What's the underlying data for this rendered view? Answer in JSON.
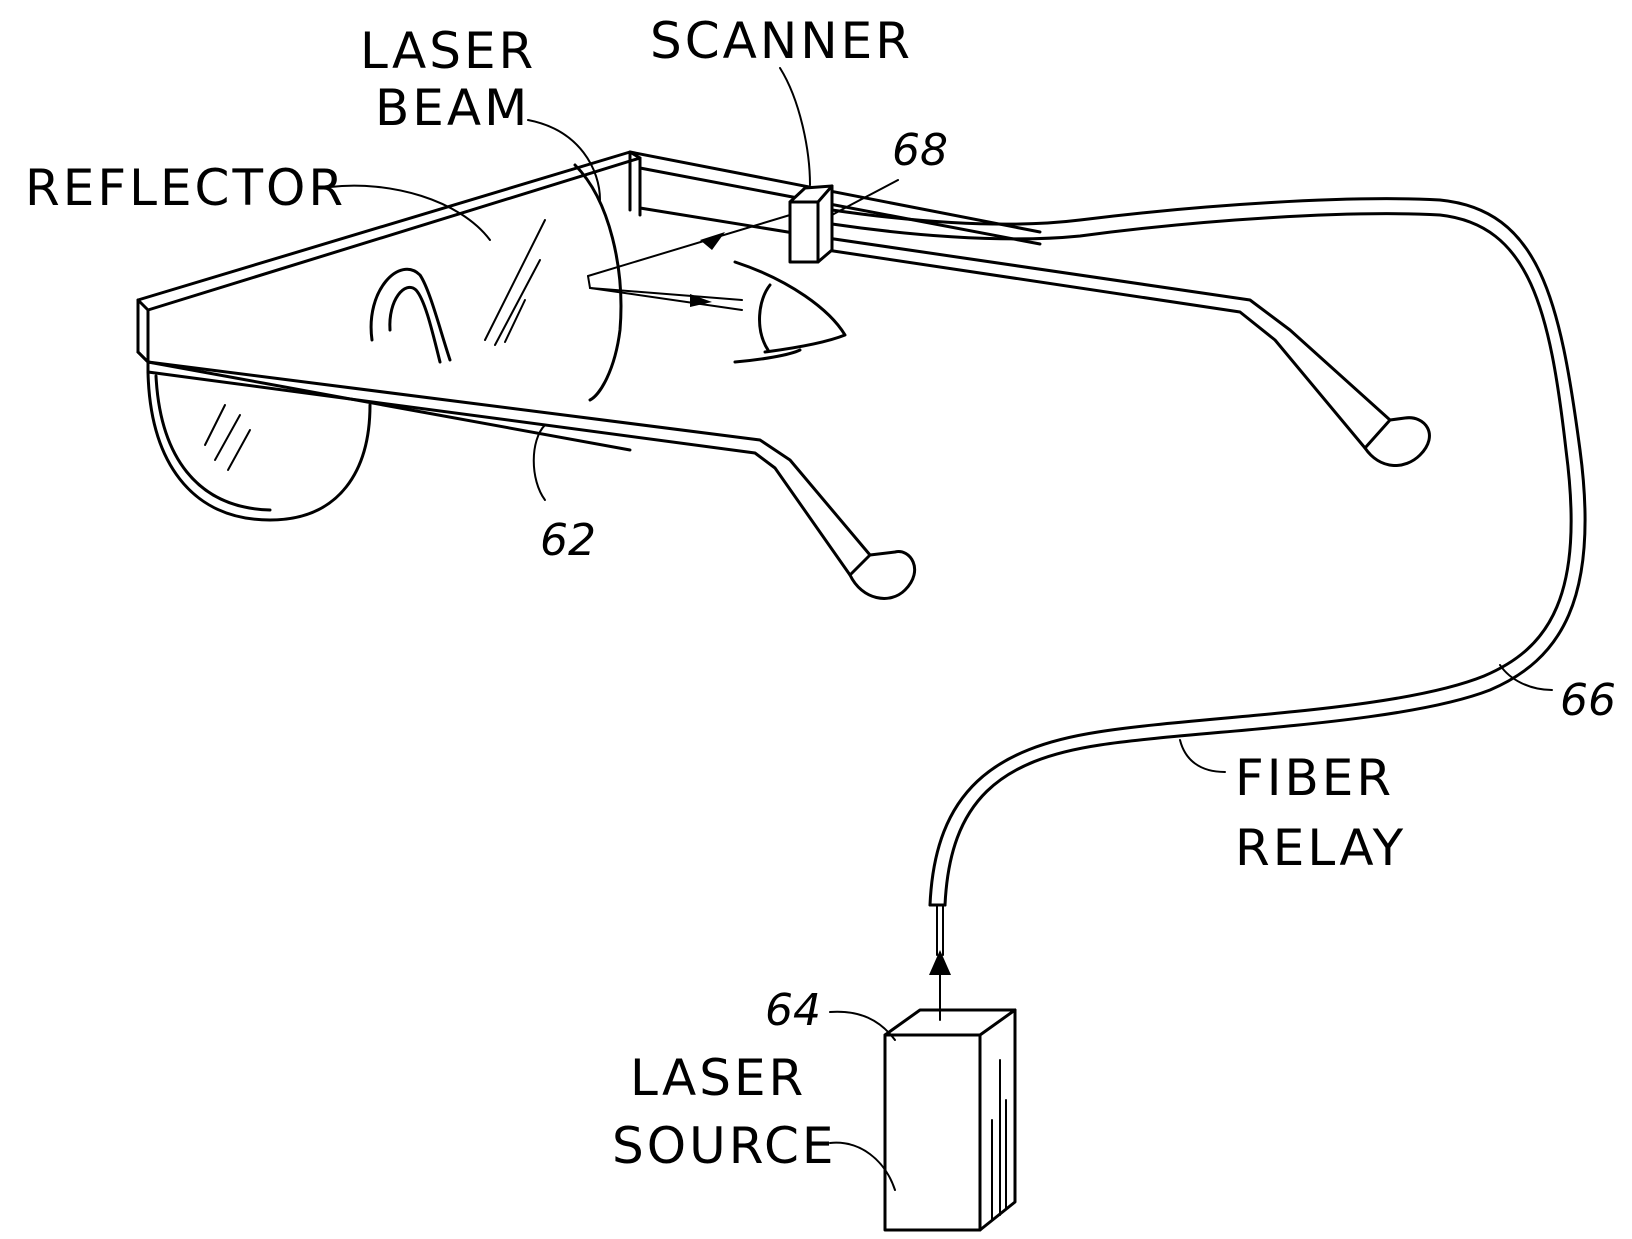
{
  "labels": {
    "laser_beam_line1": "LASER",
    "laser_beam_line2": "BEAM",
    "scanner": "SCANNER",
    "reflector": "REFLECTOR",
    "fiber_relay_line1": "FIBER",
    "fiber_relay_line2": "RELAY",
    "laser_source_line1": "LASER",
    "laser_source_line2": "SOURCE"
  },
  "reference_numbers": {
    "glasses_frame": "62",
    "laser_source": "64",
    "fiber": "66",
    "scanner": "68"
  }
}
